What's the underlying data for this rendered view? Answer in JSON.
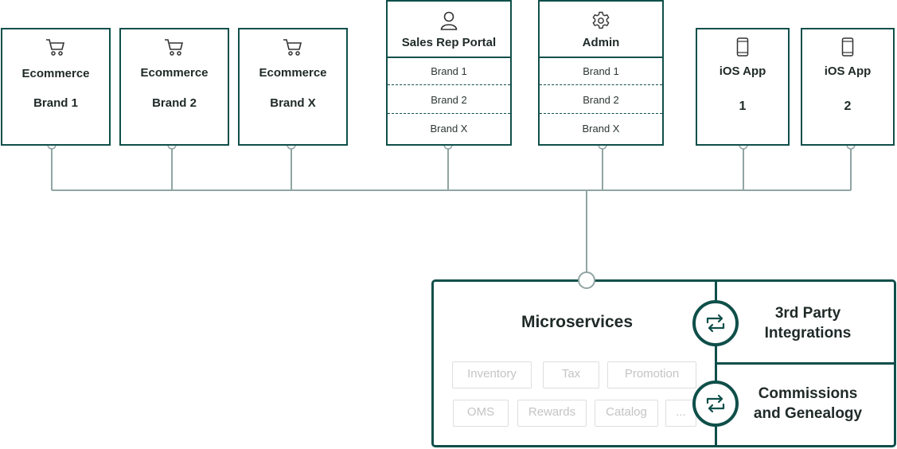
{
  "clients": [
    {
      "icon": "cart-icon",
      "lines": [
        "Ecommerce",
        "Brand 1"
      ]
    },
    {
      "icon": "cart-icon",
      "lines": [
        "Ecommerce",
        "Brand 2"
      ]
    },
    {
      "icon": "cart-icon",
      "lines": [
        "Ecommerce",
        "Brand X"
      ]
    }
  ],
  "portals": [
    {
      "icon": "user-icon",
      "title": "Sales Rep Portal",
      "brands": [
        "Brand 1",
        "Brand 2",
        "Brand X"
      ]
    },
    {
      "icon": "gear-icon",
      "title": "Admin",
      "brands": [
        "Brand 1",
        "Brand 2",
        "Brand X"
      ]
    }
  ],
  "apps": [
    {
      "icon": "phone-icon",
      "title": "iOS App",
      "number": "1"
    },
    {
      "icon": "phone-icon",
      "title": "iOS App",
      "number": "2"
    }
  ],
  "platform": {
    "title": "Microservices",
    "services": [
      "Inventory",
      "Tax",
      "Promotion",
      "OMS",
      "Rewards",
      "Catalog",
      "..."
    ],
    "integrations": [
      {
        "icon": "swap-arrows-icon",
        "lines": [
          "3rd Party",
          "Integrations"
        ]
      },
      {
        "icon": "swap-arrows-icon",
        "lines": [
          "Commissions",
          "and Genealogy"
        ]
      }
    ]
  },
  "colors": {
    "primary": "#0f4f4a",
    "connector": "#90a5a3",
    "chip_border": "#dedede",
    "chip_text": "#c4c4c4"
  }
}
